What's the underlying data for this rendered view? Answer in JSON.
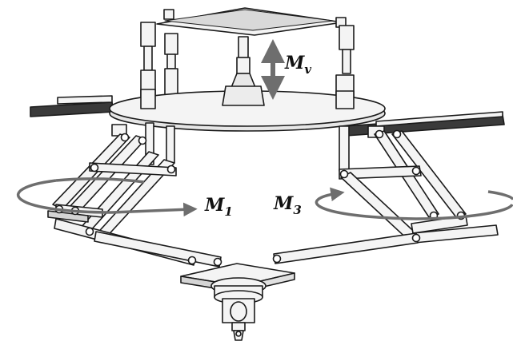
{
  "labels": {
    "mv": "M",
    "mv_sub": "v",
    "m1": "M",
    "m1_sub": "1",
    "m3": "M",
    "m3_sub": "3"
  },
  "colors": {
    "line": "#1a1a1a",
    "metal": "#f4f4f4",
    "shade": "#cfcfcf",
    "arrow": "#6e6e6e"
  }
}
